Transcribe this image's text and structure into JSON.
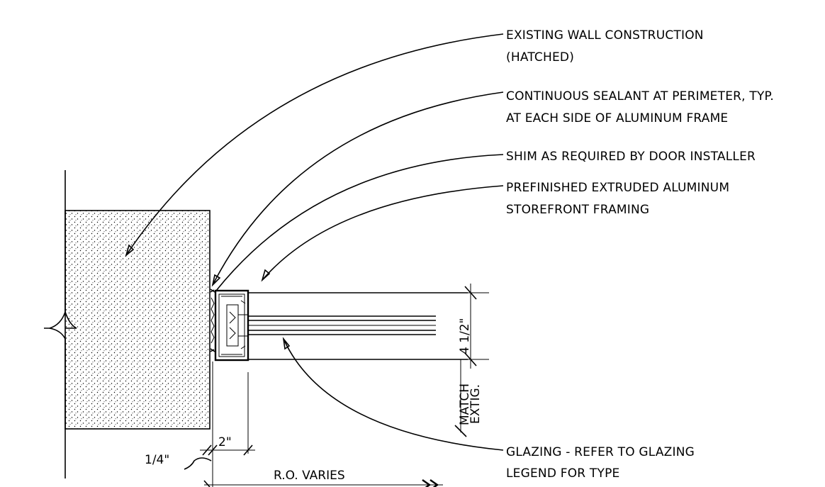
{
  "callouts": {
    "existing_wall": [
      "EXISTING WALL CONSTRUCTION",
      "(HATCHED)"
    ],
    "sealant": [
      "CONTINUOUS SEALANT AT PERIMETER, TYP.",
      "AT EACH SIDE OF ALUMINUM FRAME"
    ],
    "shim": [
      "SHIM AS REQUIRED BY DOOR INSTALLER"
    ],
    "framing": [
      "PREFINISHED EXTRUDED ALUMINUM",
      "STOREFRONT FRAMING"
    ],
    "glazing": [
      "GLAZING - REFER TO GLAZING",
      "LEGEND FOR TYPE"
    ]
  },
  "dimensions": {
    "frame_depth": "4 1/2\"",
    "match_1": "MATCH",
    "match_2": "EXTIG.",
    "frame_width": "2\"",
    "gap": "1/4\"",
    "rough_opening": "R.O. VARIES"
  }
}
